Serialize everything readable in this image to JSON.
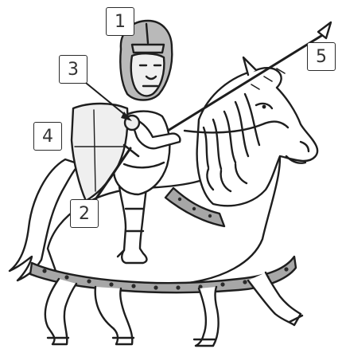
{
  "labels": [
    "1",
    "2",
    "3",
    "4",
    "5"
  ],
  "colors": {
    "outline": "#1e1e1e",
    "helmet_fill": "#b9b9b9",
    "face_fill": "#efefef",
    "caparison_band": "#a7a7a7",
    "rivet": "#2a2a2a",
    "horse_fill": "#ffffff"
  },
  "illustration": {
    "subject": "knight-on-horseback",
    "parts": [
      "helmet",
      "sword",
      "arm-with-shield-strap",
      "shield",
      "lance"
    ]
  }
}
